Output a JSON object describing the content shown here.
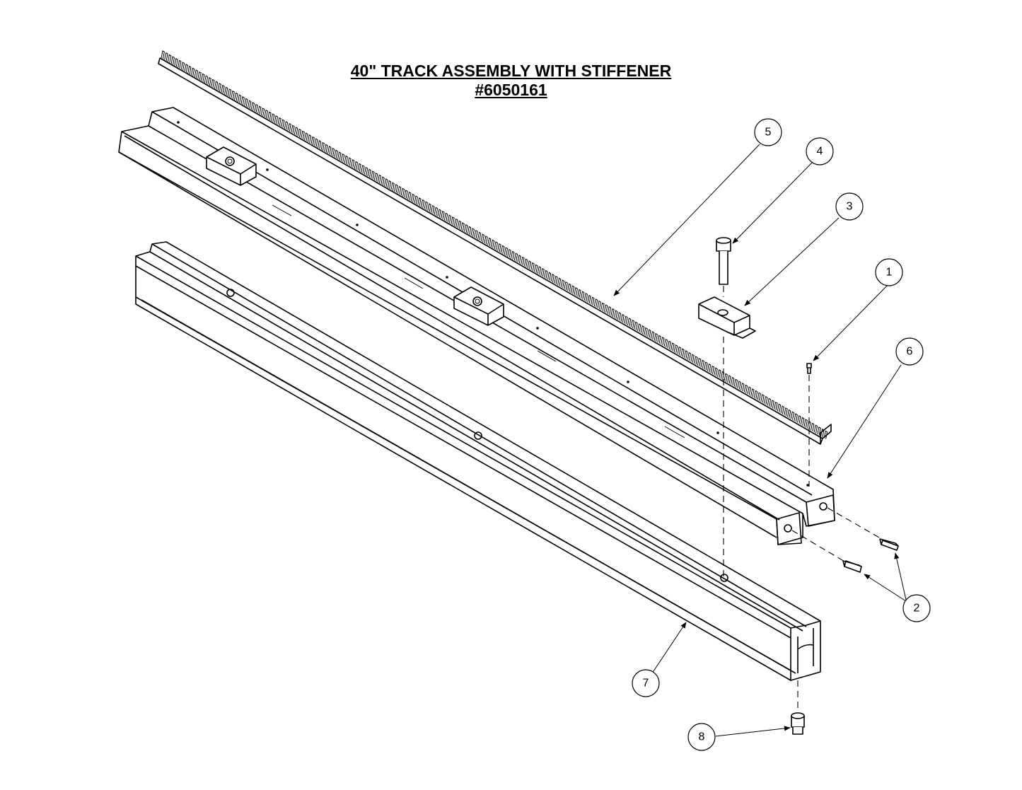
{
  "title": {
    "line1": "40\" TRACK ASSEMBLY WITH STIFFENER",
    "line2": "#6050161"
  },
  "balloons": [
    {
      "label": "1"
    },
    {
      "label": "2"
    },
    {
      "label": "3"
    },
    {
      "label": "4"
    },
    {
      "label": "5"
    },
    {
      "label": "6"
    },
    {
      "label": "7"
    },
    {
      "label": "8"
    }
  ]
}
